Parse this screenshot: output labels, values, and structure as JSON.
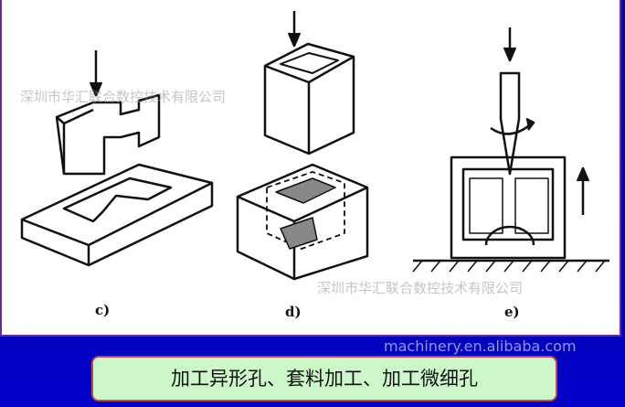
{
  "figure": {
    "labels": {
      "c": "c)",
      "d": "d)",
      "e": "e)"
    },
    "watermark_top": "深圳市华汇联合数控技术有限公司",
    "watermark_bottom": "深圳市华汇联合数控技术有限公司",
    "watermark_caption": "machinery.en.alibaba.com"
  },
  "caption": "加工异形孔、套料加工、加工微细孔"
}
